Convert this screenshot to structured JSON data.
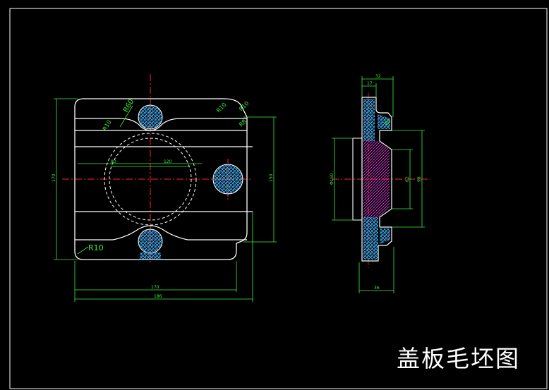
{
  "drawing": {
    "title": "盖板毛坯图",
    "colors": {
      "background": "#000000",
      "outline": "#ffffff",
      "centerline": "#ff2020",
      "dimension": "#3cf03c",
      "hatch_cyan": "#20d0ff",
      "hatch_magenta": "#ff40ff"
    },
    "front_view": {
      "dims": {
        "radius_top_left": "R10",
        "radius_large": "R60",
        "radius_top_right_1": "R10",
        "radius_top_right_2": "R10",
        "radius_right_2": "R8",
        "radius_bottom_left": "R10",
        "bore_inner": "80",
        "bore_outer": "120",
        "height_total": "170",
        "height_inner": "150",
        "width_inner": "170",
        "width_total": "186"
      }
    },
    "side_view": {
      "dims": {
        "top_total": "32",
        "top_inner": "17",
        "top_small": "80",
        "left_dia": "Φ150",
        "right_dia_1": "62",
        "right_dia_2": "98",
        "bottom_width": "36"
      }
    }
  }
}
